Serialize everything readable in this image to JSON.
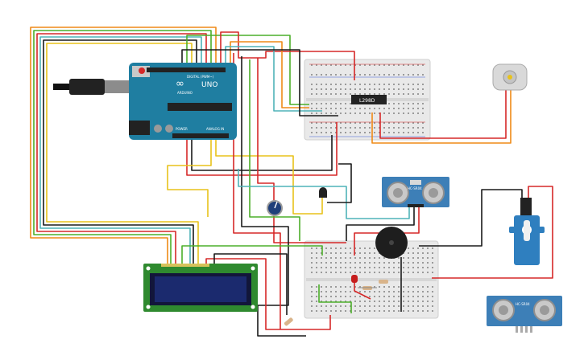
{
  "arduino": {
    "brand_label": "UNO",
    "digital_label": "DIGITAL (PWM~)",
    "brand_sub": "ARDUINO",
    "power_label": "POWER",
    "analog_label": "ANALOG IN"
  },
  "motor_driver": {
    "label": "L298D"
  },
  "ultrasonic_1": {
    "label": "HC-SR04"
  },
  "ultrasonic_2": {
    "label": "HC-SR04"
  },
  "colors": {
    "wire_red": "#d62828",
    "wire_black": "#1a1a1a",
    "wire_orange": "#ef8a17",
    "wire_yellow": "#e8c21a",
    "wire_green": "#4caf2a",
    "wire_teal": "#4fb3b8",
    "arduino_board": "#1f7ea1",
    "breadboard": "#e9e9e9",
    "lcd_board": "#2f8a2f",
    "lcd_screen": "#1b2a6e",
    "sensor_board": "#3d7fb7",
    "servo_body": "#2f7fbf"
  }
}
